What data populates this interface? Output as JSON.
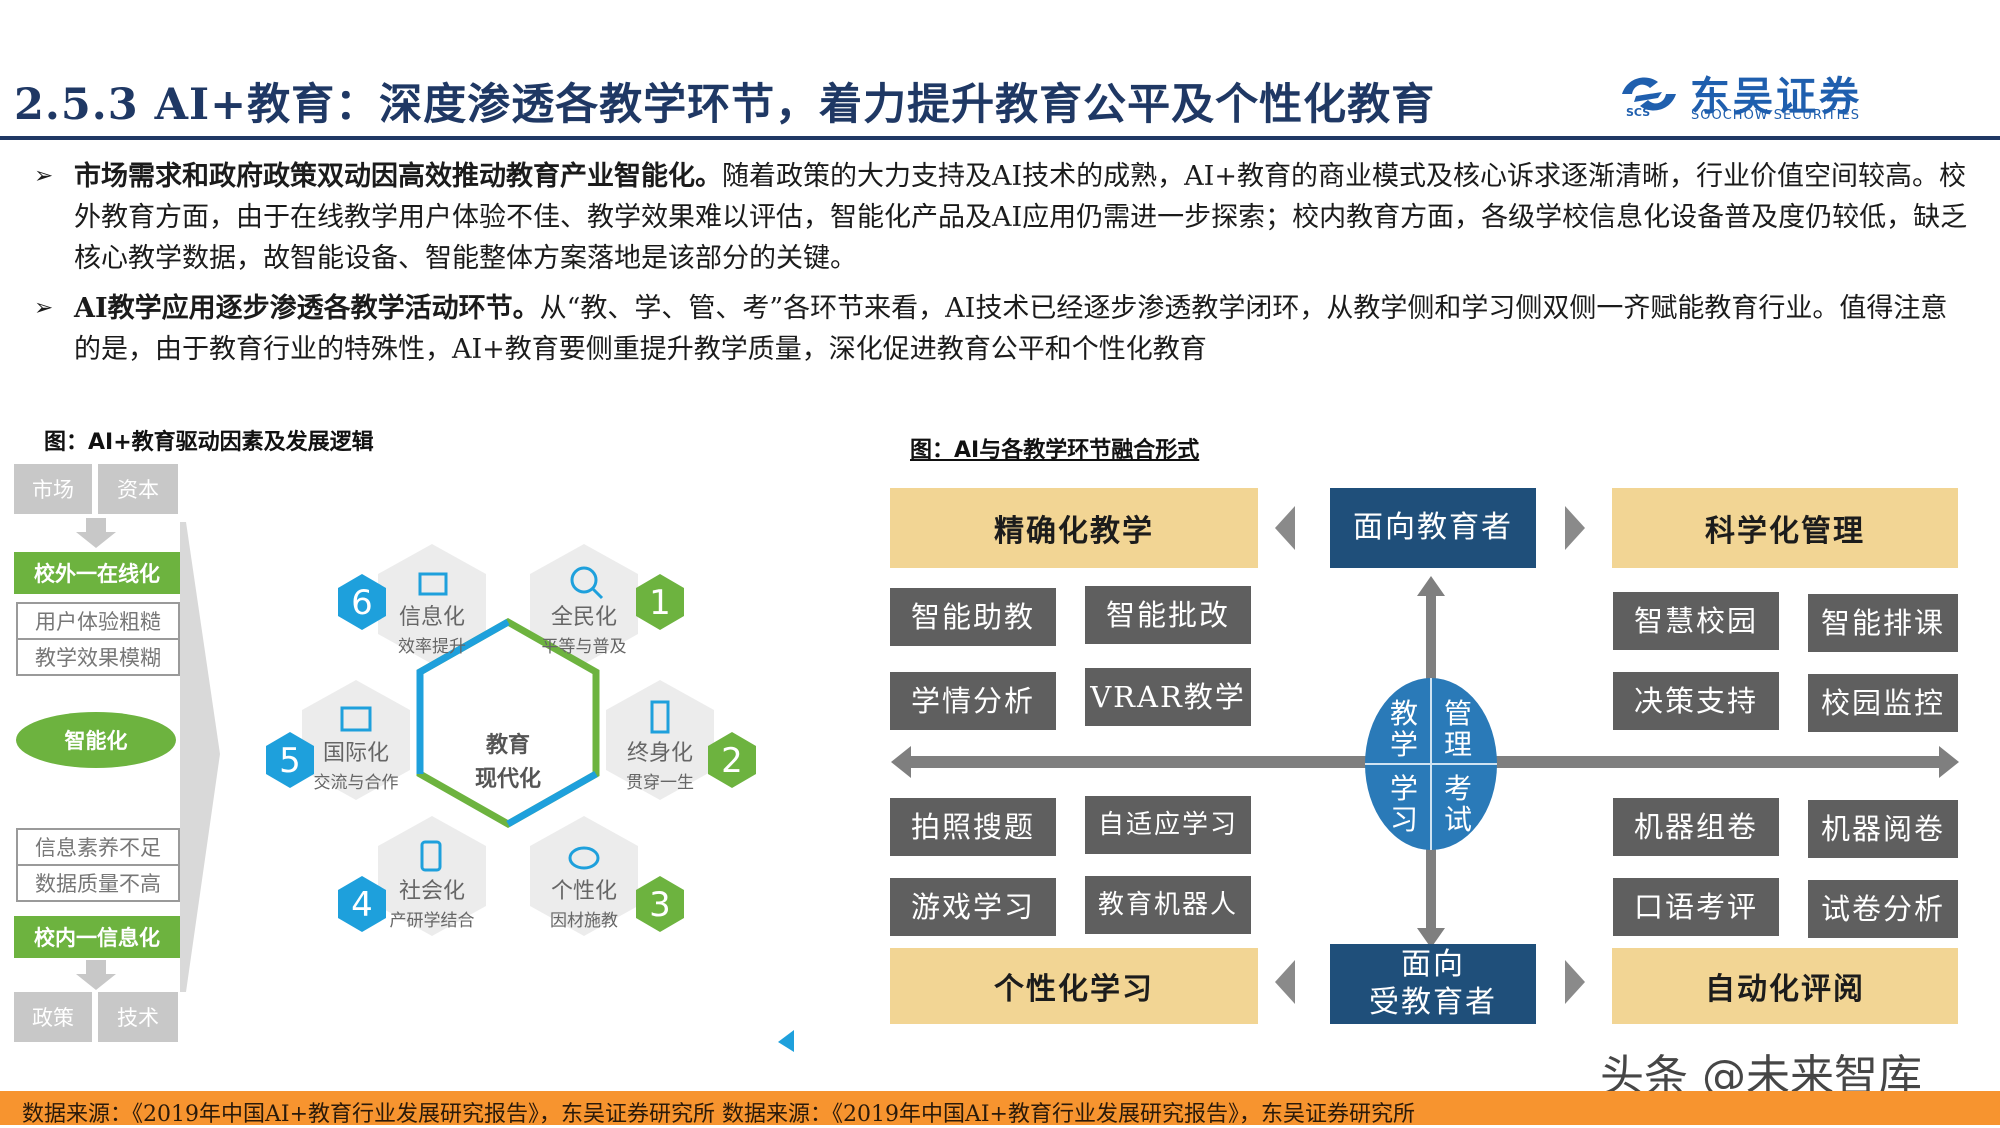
{
  "header": {
    "title": "2.5.3 AI+教育：深度渗透各教学环节，着力提升教育公平及个性化教育",
    "logo_cn": "东吴证券",
    "logo_en": "SOOCHOW SECURITIES",
    "logo_mark": "SCS"
  },
  "bullets": [
    {
      "bold": "市场需求和政府政策双动因高效推动教育产业智能化。",
      "text": "随着政策的大力支持及AI技术的成熟，AI+教育的商业模式及核心诉求逐渐清晰，行业价值空间较高。校外教育方面，由于在线教学用户体验不佳、教学效果难以评估，智能化产品及AI应用仍需进一步探索；校内教育方面，各级学校信息化设备普及度仍较低，缺乏核心教学数据，故智能设备、智能整体方案落地是该部分的关键。"
    },
    {
      "bold": "AI教学应用逐步渗透各教学活动环节。",
      "text": "从“教、学、管、考”各环节来看，AI技术已经逐步渗透教学闭环，从教学侧和学习侧双侧一齐赋能教育行业。值得注意的是，由于教育行业的特殊性，AI+教育要侧重提升教学质量，深化促进教育公平和个性化教育"
    }
  ],
  "fig_left": {
    "caption": "图：AI+教育驱动因素及发展逻辑",
    "top_boxes": [
      "市场",
      "资本"
    ],
    "online": "校外一在线化",
    "online_issues": [
      "用户体验粗糙",
      "教学效果模糊"
    ],
    "center": "智能化",
    "offline_issues": [
      "信息素养不足",
      "数据质量不高"
    ],
    "offline": "校内一信息化",
    "bottom_boxes": [
      "政策",
      "技术"
    ],
    "hub": [
      "教育",
      "现代化"
    ],
    "petals": [
      {
        "num": "1",
        "title": "全民化",
        "sub": "平等与普及"
      },
      {
        "num": "2",
        "title": "终身化",
        "sub": "贯穿一生"
      },
      {
        "num": "3",
        "title": "个性化",
        "sub": "因材施教"
      },
      {
        "num": "4",
        "title": "社会化",
        "sub": "产研学结合"
      },
      {
        "num": "5",
        "title": "国际化",
        "sub": "交流与合作"
      },
      {
        "num": "6",
        "title": "信息化",
        "sub": "效率提升"
      }
    ],
    "colors": {
      "green": "#6db33f",
      "blue": "#1ea0dc",
      "gray": "#c8c8c8"
    }
  },
  "fig_right": {
    "caption": "图：AI与各教学环节融合形式",
    "top_left": "精确化教学",
    "top_center": "面向教育者",
    "top_right": "科学化管理",
    "bottom_left": "个性化学习",
    "bottom_center": [
      "面向",
      "受教育者"
    ],
    "bottom_right": "自动化评阅",
    "quad_tl": [
      "智能助教",
      "智能批改",
      "学情分析",
      "VRAR教学"
    ],
    "quad_tr": [
      "智慧校园",
      "智能排课",
      "决策支持",
      "校园监控"
    ],
    "quad_bl": [
      "拍照搜题",
      "自适应学习",
      "游戏学习",
      "教育机器人"
    ],
    "quad_br": [
      "机器组卷",
      "机器阅卷",
      "口语考评",
      "试卷分析"
    ],
    "circle": [
      "教",
      "管",
      "学",
      "理",
      "学",
      "考",
      "习",
      "试"
    ],
    "colors": {
      "yellow": "#f2d594",
      "navy": "#1f4f7a",
      "gray": "#5f5f5f",
      "circle": "#2a7ab8"
    }
  },
  "footer": {
    "source": "数据来源：《2019年中国AI+教育行业发展研究报告》，东吴证券研究所 数据来源：《2019年中国AI+教育行业发展研究报告》，东吴证券研究所",
    "watermark": "头条 @未来智库"
  }
}
